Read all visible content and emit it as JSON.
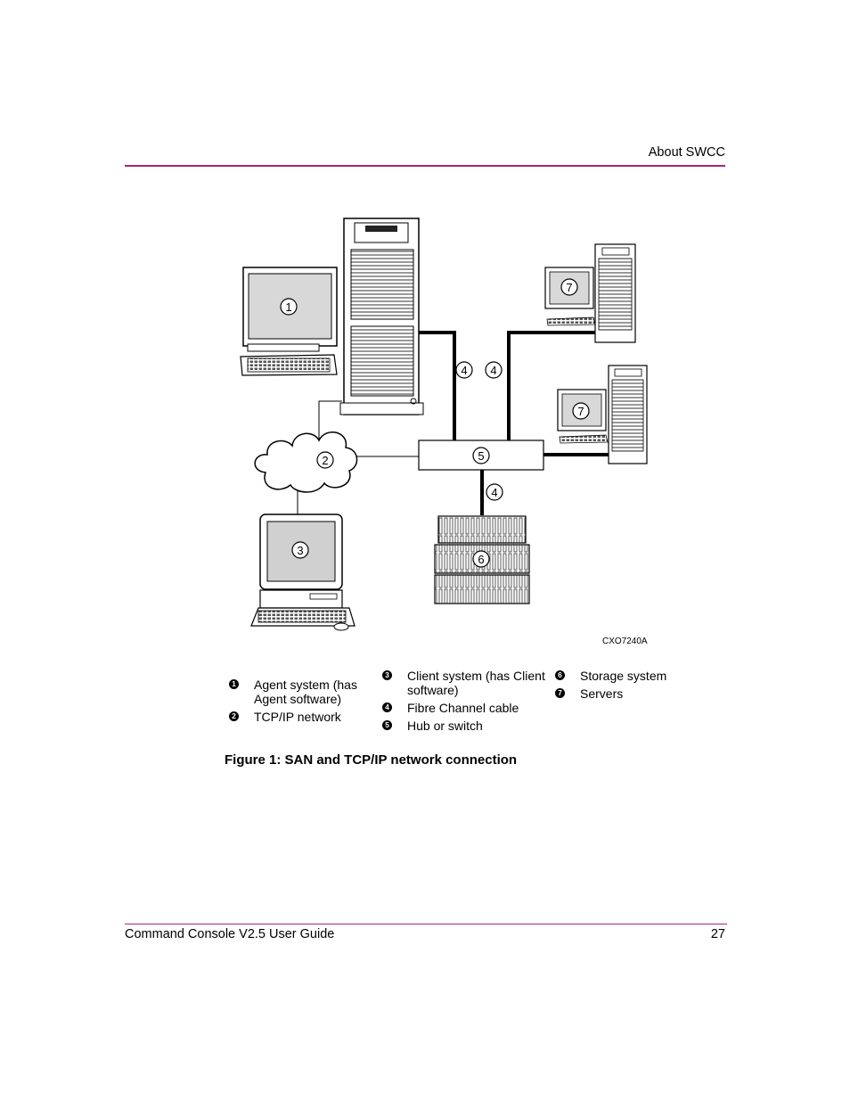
{
  "header": {
    "section_title": "About SWCC"
  },
  "figure": {
    "code": "CXO7240A",
    "callouts": {
      "agent": "1",
      "network": "2",
      "client": "3",
      "cable": "4",
      "hub": "5",
      "storage": "6",
      "servers": "7"
    },
    "legend": [
      {
        "num": "1",
        "label_line1": "Agent system (has",
        "label_line2": "Agent software)"
      },
      {
        "num": "2",
        "label_line1": "TCP/IP network",
        "label_line2": ""
      },
      {
        "num": "3",
        "label_line1": "Client system (has Client",
        "label_line2": "software)"
      },
      {
        "num": "4",
        "label_line1": "Fibre Channel cable",
        "label_line2": ""
      },
      {
        "num": "5",
        "label_line1": "Hub or switch",
        "label_line2": ""
      },
      {
        "num": "6",
        "label_line1": "Storage system",
        "label_line2": ""
      },
      {
        "num": "7",
        "label_line1": "Servers",
        "label_line2": ""
      }
    ],
    "caption": "Figure 1:  SAN and TCP/IP network connection"
  },
  "footer": {
    "doc_title": "Command Console V2.5 User Guide",
    "page_number": "27"
  }
}
